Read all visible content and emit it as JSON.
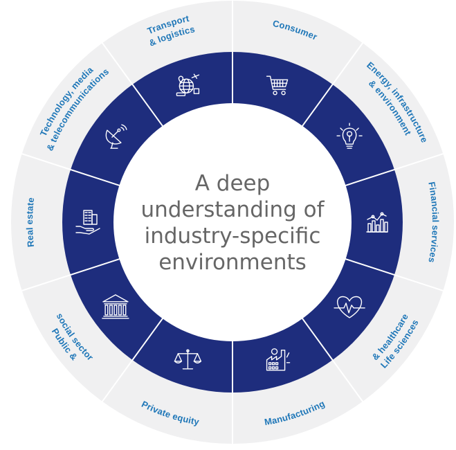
{
  "colors": {
    "outer_ring": "#f0f0f1",
    "inner_ring": "#1e2d7d",
    "divider": "#ffffff",
    "center_fill": "#ffffff",
    "center_text": "#666666",
    "label_text": "#1f77b8",
    "icon": "#ffffff"
  },
  "center": {
    "lines": [
      "A deep",
      "understanding of",
      "industry-specific",
      "environments"
    ]
  },
  "segments": [
    {
      "lines": [
        "Transport",
        "& logistics"
      ],
      "icon": "globe-plane-icon"
    },
    {
      "lines": [
        "Consumer"
      ],
      "icon": "shopping-cart-icon"
    },
    {
      "lines": [
        "Energy, infrastructure",
        "& environment"
      ],
      "icon": "lightbulb-leaf-icon"
    },
    {
      "lines": [
        "Financial services"
      ],
      "icon": "bar-chart-icon"
    },
    {
      "lines": [
        "Life sciences",
        "& healthcare"
      ],
      "icon": "heart-pulse-icon"
    },
    {
      "lines": [
        "Manufacturing"
      ],
      "icon": "factory-icon"
    },
    {
      "lines": [
        "Private equity"
      ],
      "icon": "scales-icon"
    },
    {
      "lines": [
        "Public &",
        "social sector"
      ],
      "icon": "government-building-icon"
    },
    {
      "lines": [
        "Real estate"
      ],
      "icon": "hand-building-icon"
    },
    {
      "lines": [
        "Technology, media",
        "& telecommunications"
      ],
      "icon": "satellite-dish-icon"
    }
  ]
}
